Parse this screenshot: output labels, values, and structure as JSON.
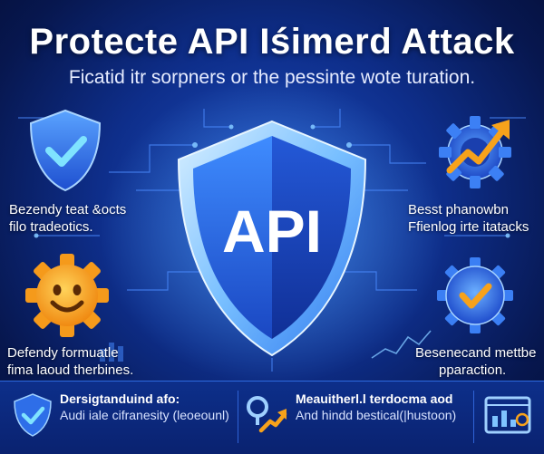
{
  "header": {
    "title": "Protecte API Iśimerd Attack",
    "subtitle": "Ficatid itr sorpners or the pessinte wote turation."
  },
  "center": {
    "label": "API"
  },
  "features": {
    "top_left": {
      "line1": "Bezendy teat &octs",
      "line2": "filo tradeotics.",
      "icon": "shield-check-icon"
    },
    "top_right": {
      "line1": "Besst phanowbn",
      "line2": "Ffienlog irte itatacks",
      "icon": "gear-trend-up-icon"
    },
    "bottom_left": {
      "line1": "Defendy formuatle",
      "line2": "fima laoud therbines.",
      "icon": "smiley-gear-icon"
    },
    "bottom_right": {
      "line1": "Besenecand mettbe",
      "line2": "pparaction.",
      "icon": "gear-check-icon"
    }
  },
  "bottom_bar": {
    "item1": {
      "line1": "Dersigtanduind afo:",
      "line2": "Audi iale cifranesity (leoeounl)",
      "icon": "shield-check-icon"
    },
    "item2": {
      "line1": "Meauitherl.l terdocma aod",
      "line2": "And hindd bestical(|hustoon)",
      "icon": "search-trend-icon"
    },
    "item3": {
      "icon": "analytics-dashboard-icon"
    }
  },
  "colors": {
    "accent_blue": "#2f7bff",
    "glow": "#7fc4ff",
    "orange": "#f7a21b",
    "check_cyan": "#6fd3ff"
  }
}
